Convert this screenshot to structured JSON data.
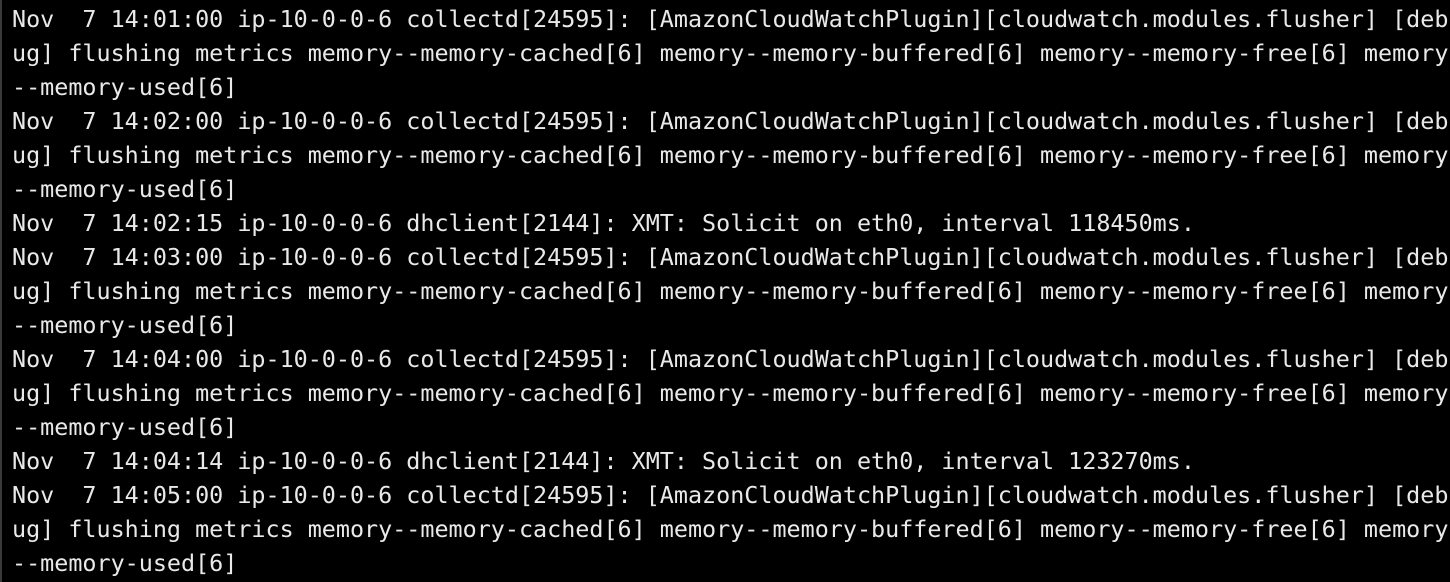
{
  "terminal": {
    "colors": {
      "background": "#000000",
      "foreground": "#e9e9e9"
    },
    "lines": [
      "Nov  7 14:01:00 ip-10-0-0-6 collectd[24595]: [AmazonCloudWatchPlugin][cloudwatch.modules.flusher] [deb",
      "ug] flushing metrics memory--memory-cached[6] memory--memory-buffered[6] memory--memory-free[6] memory",
      "--memory-used[6]",
      "Nov  7 14:02:00 ip-10-0-0-6 collectd[24595]: [AmazonCloudWatchPlugin][cloudwatch.modules.flusher] [deb",
      "ug] flushing metrics memory--memory-cached[6] memory--memory-buffered[6] memory--memory-free[6] memory",
      "--memory-used[6]",
      "Nov  7 14:02:15 ip-10-0-0-6 dhclient[2144]: XMT: Solicit on eth0, interval 118450ms.",
      "Nov  7 14:03:00 ip-10-0-0-6 collectd[24595]: [AmazonCloudWatchPlugin][cloudwatch.modules.flusher] [deb",
      "ug] flushing metrics memory--memory-cached[6] memory--memory-buffered[6] memory--memory-free[6] memory",
      "--memory-used[6]",
      "Nov  7 14:04:00 ip-10-0-0-6 collectd[24595]: [AmazonCloudWatchPlugin][cloudwatch.modules.flusher] [deb",
      "ug] flushing metrics memory--memory-cached[6] memory--memory-buffered[6] memory--memory-free[6] memory",
      "--memory-used[6]",
      "Nov  7 14:04:14 ip-10-0-0-6 dhclient[2144]: XMT: Solicit on eth0, interval 123270ms.",
      "Nov  7 14:05:00 ip-10-0-0-6 collectd[24595]: [AmazonCloudWatchPlugin][cloudwatch.modules.flusher] [deb",
      "ug] flushing metrics memory--memory-cached[6] memory--memory-buffered[6] memory--memory-free[6] memory",
      "--memory-used[6]"
    ]
  }
}
